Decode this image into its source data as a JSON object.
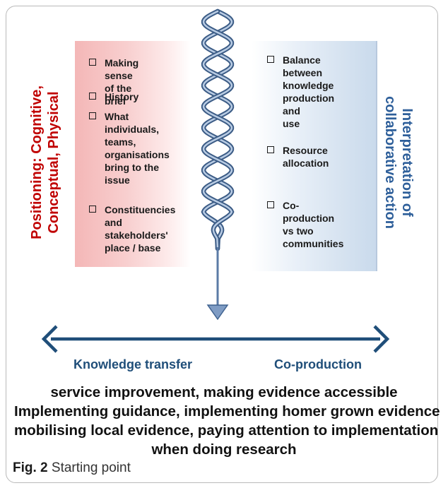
{
  "left_label_line1": "Positioning: Cognitive,",
  "left_label_line2": "Conceptual, Physical",
  "right_label_line1": "Interpretation of",
  "right_label_line2": "collaborative action",
  "left_items": [
    [
      "Making sense",
      "of the brief"
    ],
    [
      "History"
    ],
    [
      "What",
      "individuals,",
      "teams,",
      "organisations",
      "bring to the",
      "issue"
    ],
    [
      "Constituencies",
      "and",
      "stakeholders'",
      "place / base"
    ]
  ],
  "right_items": [
    [
      "Balance",
      "between",
      "knowledge",
      "production and",
      "use"
    ],
    [
      "Resource",
      "allocation"
    ],
    [
      "Co-production",
      "vs two",
      "communities"
    ]
  ],
  "axis": {
    "left_label": "Knowledge transfer",
    "right_label": "Co-production"
  },
  "summary_lines": [
    "service improvement, making evidence accessible",
    "Implementing guidance, implementing homer grown evidence",
    "mobilising local evidence, paying attention to implementation",
    "when doing research"
  ],
  "caption": {
    "label": "Fig. 2",
    "text": "Starting point"
  },
  "colors": {
    "left_label": "#c00000",
    "right_label": "#2e5f9a",
    "helix": "#4a6f9c",
    "arrow": "#1f4e79"
  }
}
